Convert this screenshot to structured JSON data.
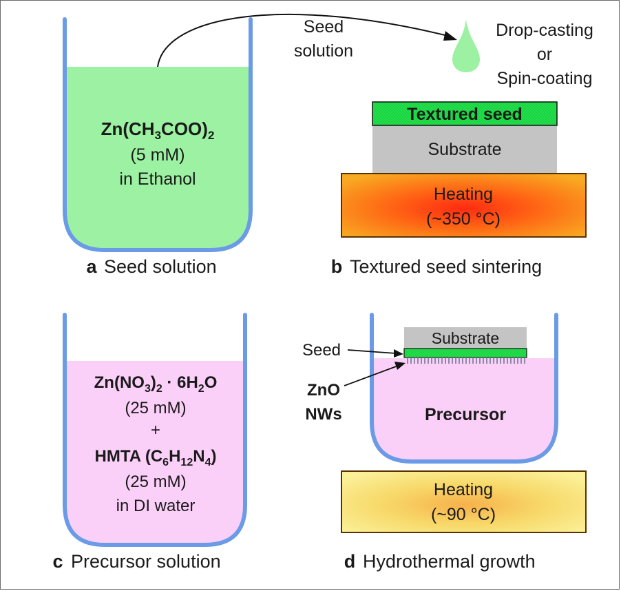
{
  "panel_a": {
    "letter": "a",
    "caption": "Seed solution",
    "solution": {
      "formula_main": "Zn(CH",
      "formula_sub1": "3",
      "formula_mid": "COO)",
      "formula_sub2": "2",
      "concentration": "(5 mM)",
      "solvent": "in Ethanol"
    },
    "arrow_label_line1": "Seed",
    "arrow_label_line2": "solution"
  },
  "panel_b": {
    "letter": "b",
    "caption": "Textured seed sintering",
    "method_line1": "Drop-casting",
    "method_line2": "or",
    "method_line3": "Spin-coating",
    "seed_layer": "Textured seed",
    "substrate": "Substrate",
    "heater_line1": "Heating",
    "heater_line2": "(~350 °C)"
  },
  "panel_c": {
    "letter": "c",
    "caption": "Precursor solution",
    "line1_a": "Zn(NO",
    "line1_sub1": "3",
    "line1_b": ")",
    "line1_sub2": "2",
    "line1_c": " · 6H",
    "line1_sub3": "2",
    "line1_d": "O",
    "line2": "(25 mM)",
    "line3": "+",
    "line4_a": "HMTA (C",
    "line4_sub1": "6",
    "line4_b": "H",
    "line4_sub2": "12",
    "line4_c": "N",
    "line4_sub3": "4",
    "line4_d": ")",
    "line5": "(25 mM)",
    "line6": "in DI water"
  },
  "panel_d": {
    "letter": "d",
    "caption": "Hydrothermal growth",
    "substrate": "Substrate",
    "seed_label": "Seed",
    "nw_label_line1": "ZnO",
    "nw_label_line2": "NWs",
    "bath_label": "Precursor",
    "heater_line1": "Heating",
    "heater_line2": "(~90 °C)"
  },
  "colors": {
    "beaker_wall": "#6b9be6",
    "seed_solution": "#9cf2a2",
    "precursor_solution": "#fbd0f8",
    "seed_layer": "#1ee64c",
    "substrate": "#c4c4c4",
    "heater_hot": "#ff4a10",
    "heater_warm": "#f7e26a"
  }
}
